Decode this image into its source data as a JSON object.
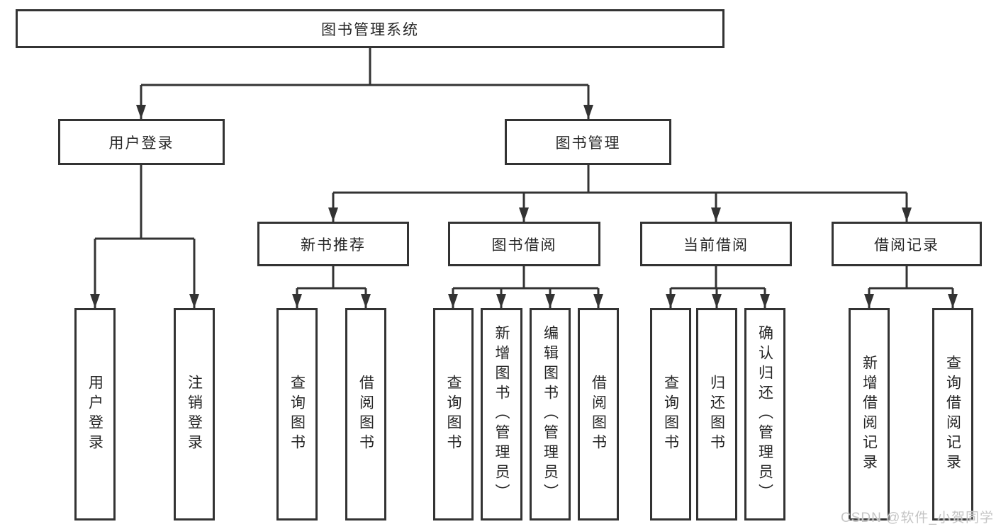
{
  "colors": {
    "line": "#333333",
    "border": "#333333",
    "text": "#262626",
    "background": "#ffffff",
    "watermark": "#c5c5c5"
  },
  "root": {
    "label": "图书管理系统"
  },
  "branches": [
    {
      "label": "用户登录",
      "children": [
        {
          "label": "用户登录"
        },
        {
          "label": "注销登录"
        }
      ]
    },
    {
      "label": "图书管理",
      "groups": [
        {
          "label": "新书推荐",
          "children": [
            {
              "label": "查询图书"
            },
            {
              "label": "借阅图书"
            }
          ]
        },
        {
          "label": "图书借阅",
          "children": [
            {
              "label": "查询图书"
            },
            {
              "label": "新增图书（管理员）"
            },
            {
              "label": "编辑图书（管理员）"
            },
            {
              "label": "借阅图书"
            }
          ]
        },
        {
          "label": "当前借阅",
          "children": [
            {
              "label": "查询图书"
            },
            {
              "label": "归还图书"
            },
            {
              "label": "确认归还（管理员）"
            }
          ]
        },
        {
          "label": "借阅记录",
          "children": [
            {
              "label": "新增借阅记录"
            },
            {
              "label": "查询借阅记录"
            }
          ]
        }
      ]
    }
  ],
  "watermark": {
    "text": "CSDN @软件_小贺同学"
  }
}
